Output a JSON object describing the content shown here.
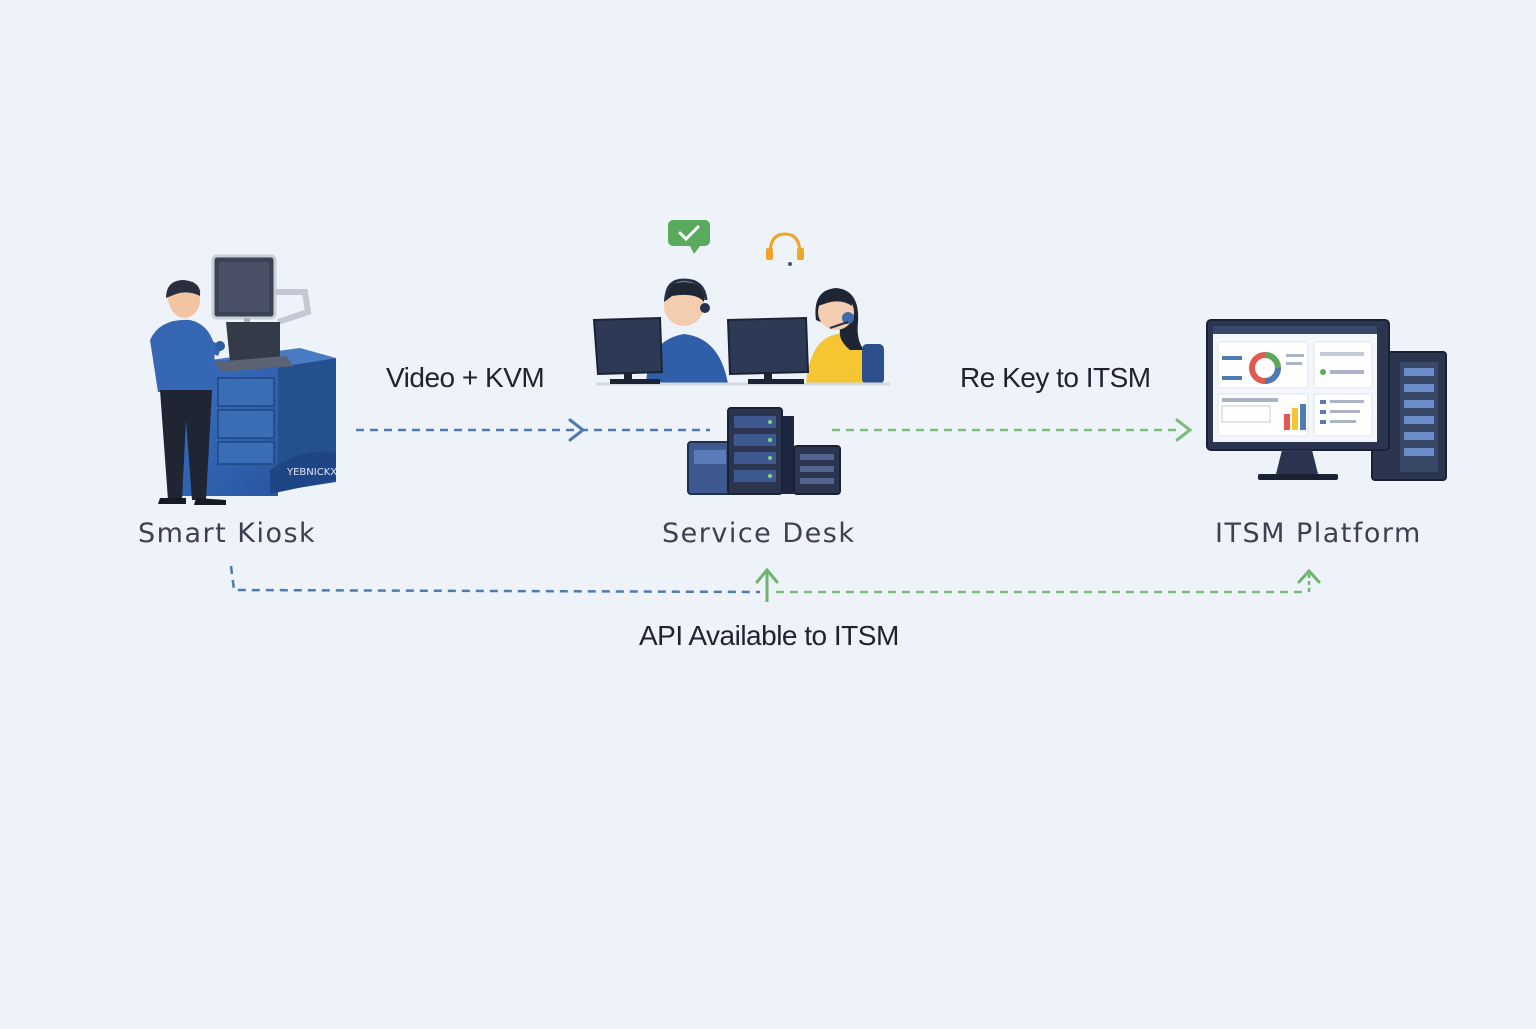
{
  "nodes": {
    "kiosk": {
      "label": "Smart Kiosk",
      "brand_text": "YEBNICKX"
    },
    "service_desk": {
      "label": "Service Desk"
    },
    "itsm": {
      "label": "ITSM Platform"
    }
  },
  "edges": {
    "video_kvm": {
      "label": "Video + KVM"
    },
    "rekey": {
      "label": "Re Key to ITSM"
    },
    "api": {
      "label": "API Available to ITSM"
    }
  },
  "colors": {
    "background": "#eef2f9",
    "blue_flow": "#4f7bb0",
    "green_flow": "#7dbd7a",
    "kiosk_body": "#2f5fa8",
    "dark_navy": "#2b3550",
    "agent_yellow": "#f5c631"
  }
}
